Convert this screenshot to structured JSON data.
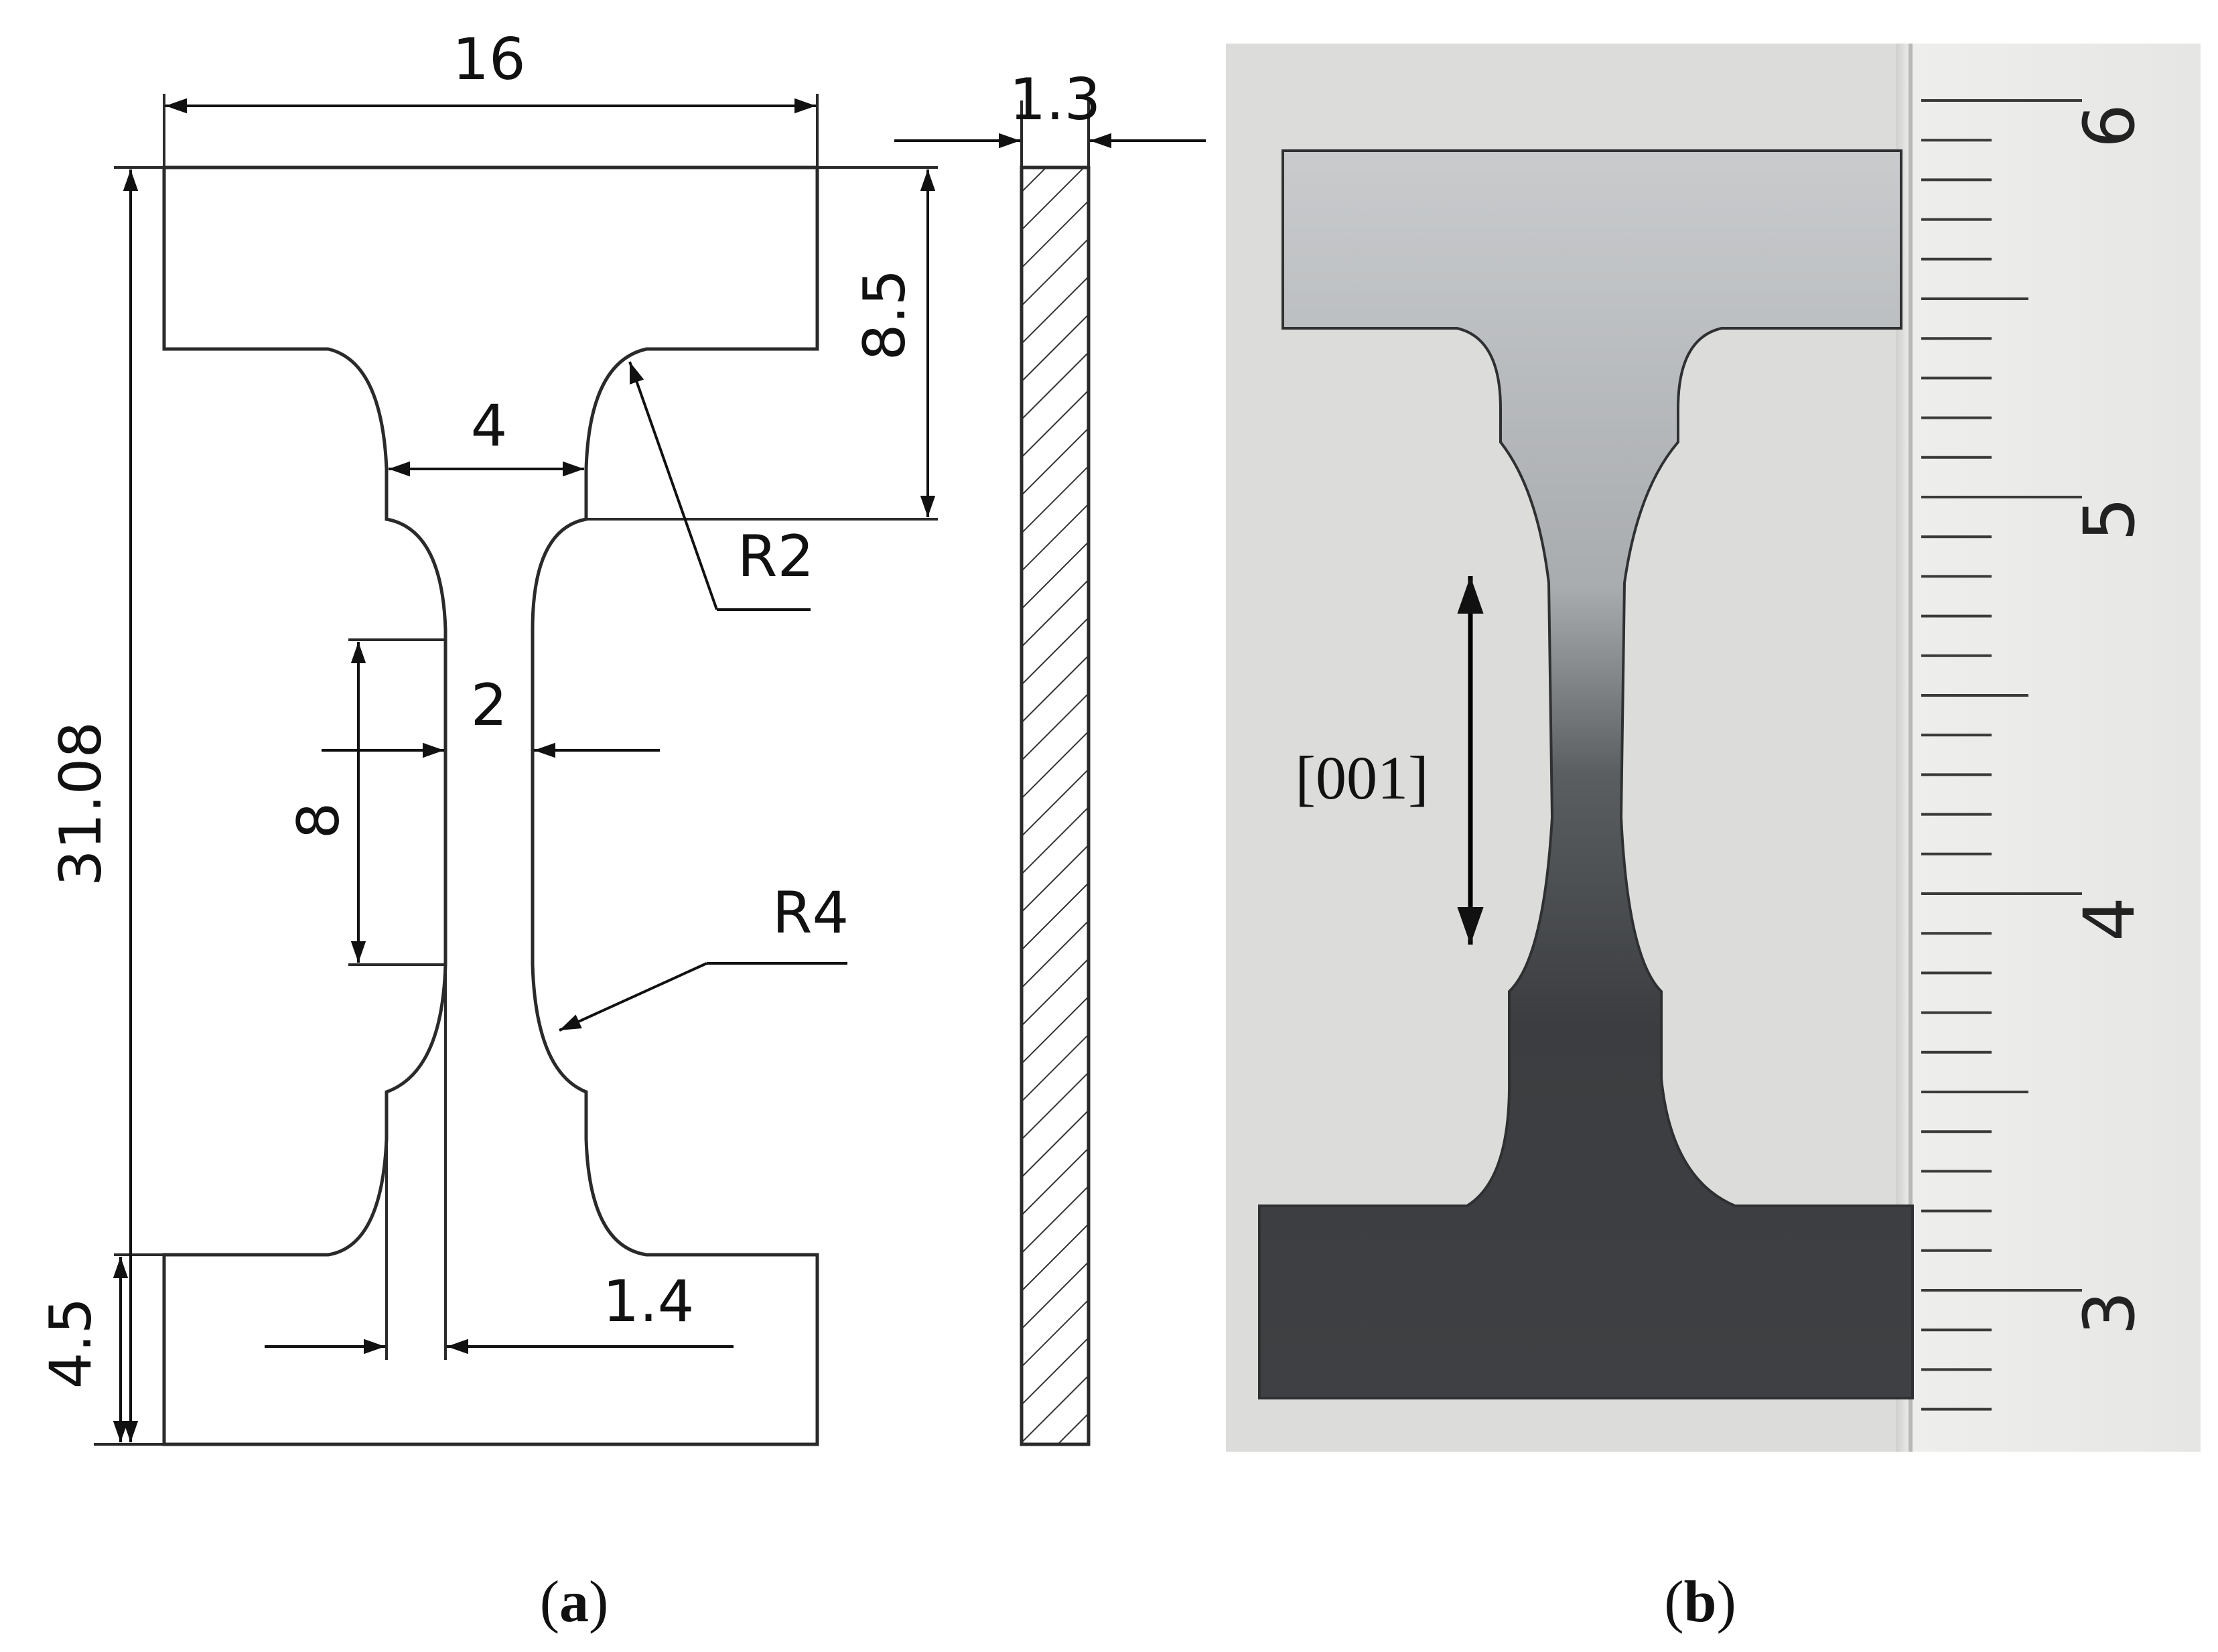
{
  "panel_a": {
    "dimensions": {
      "top_width": "16",
      "thickness": "1.3",
      "grip_height": "8.5",
      "neck_width": "4",
      "fillet_small": "R2",
      "gauge_width": "2",
      "gauge_length": "8",
      "total_length": "31.08",
      "fillet_large": "R4",
      "bottom_grip_height": "4.5",
      "offset": "1.4"
    },
    "caption": {
      "open": "(",
      "letter": "a",
      "close": ")"
    }
  },
  "panel_b": {
    "orientation_label": "[001]",
    "ruler_labels": [
      "6",
      "5",
      "4",
      "3"
    ],
    "caption": {
      "open": "(",
      "letter": "b",
      "close": ")"
    }
  },
  "colors": {
    "line": "#2a2a2a",
    "photo_background": "#dcdcda",
    "ruler": "#e8e8e6",
    "metal_light": "#c4c6c8",
    "metal_dark": "#3a3c3e"
  }
}
